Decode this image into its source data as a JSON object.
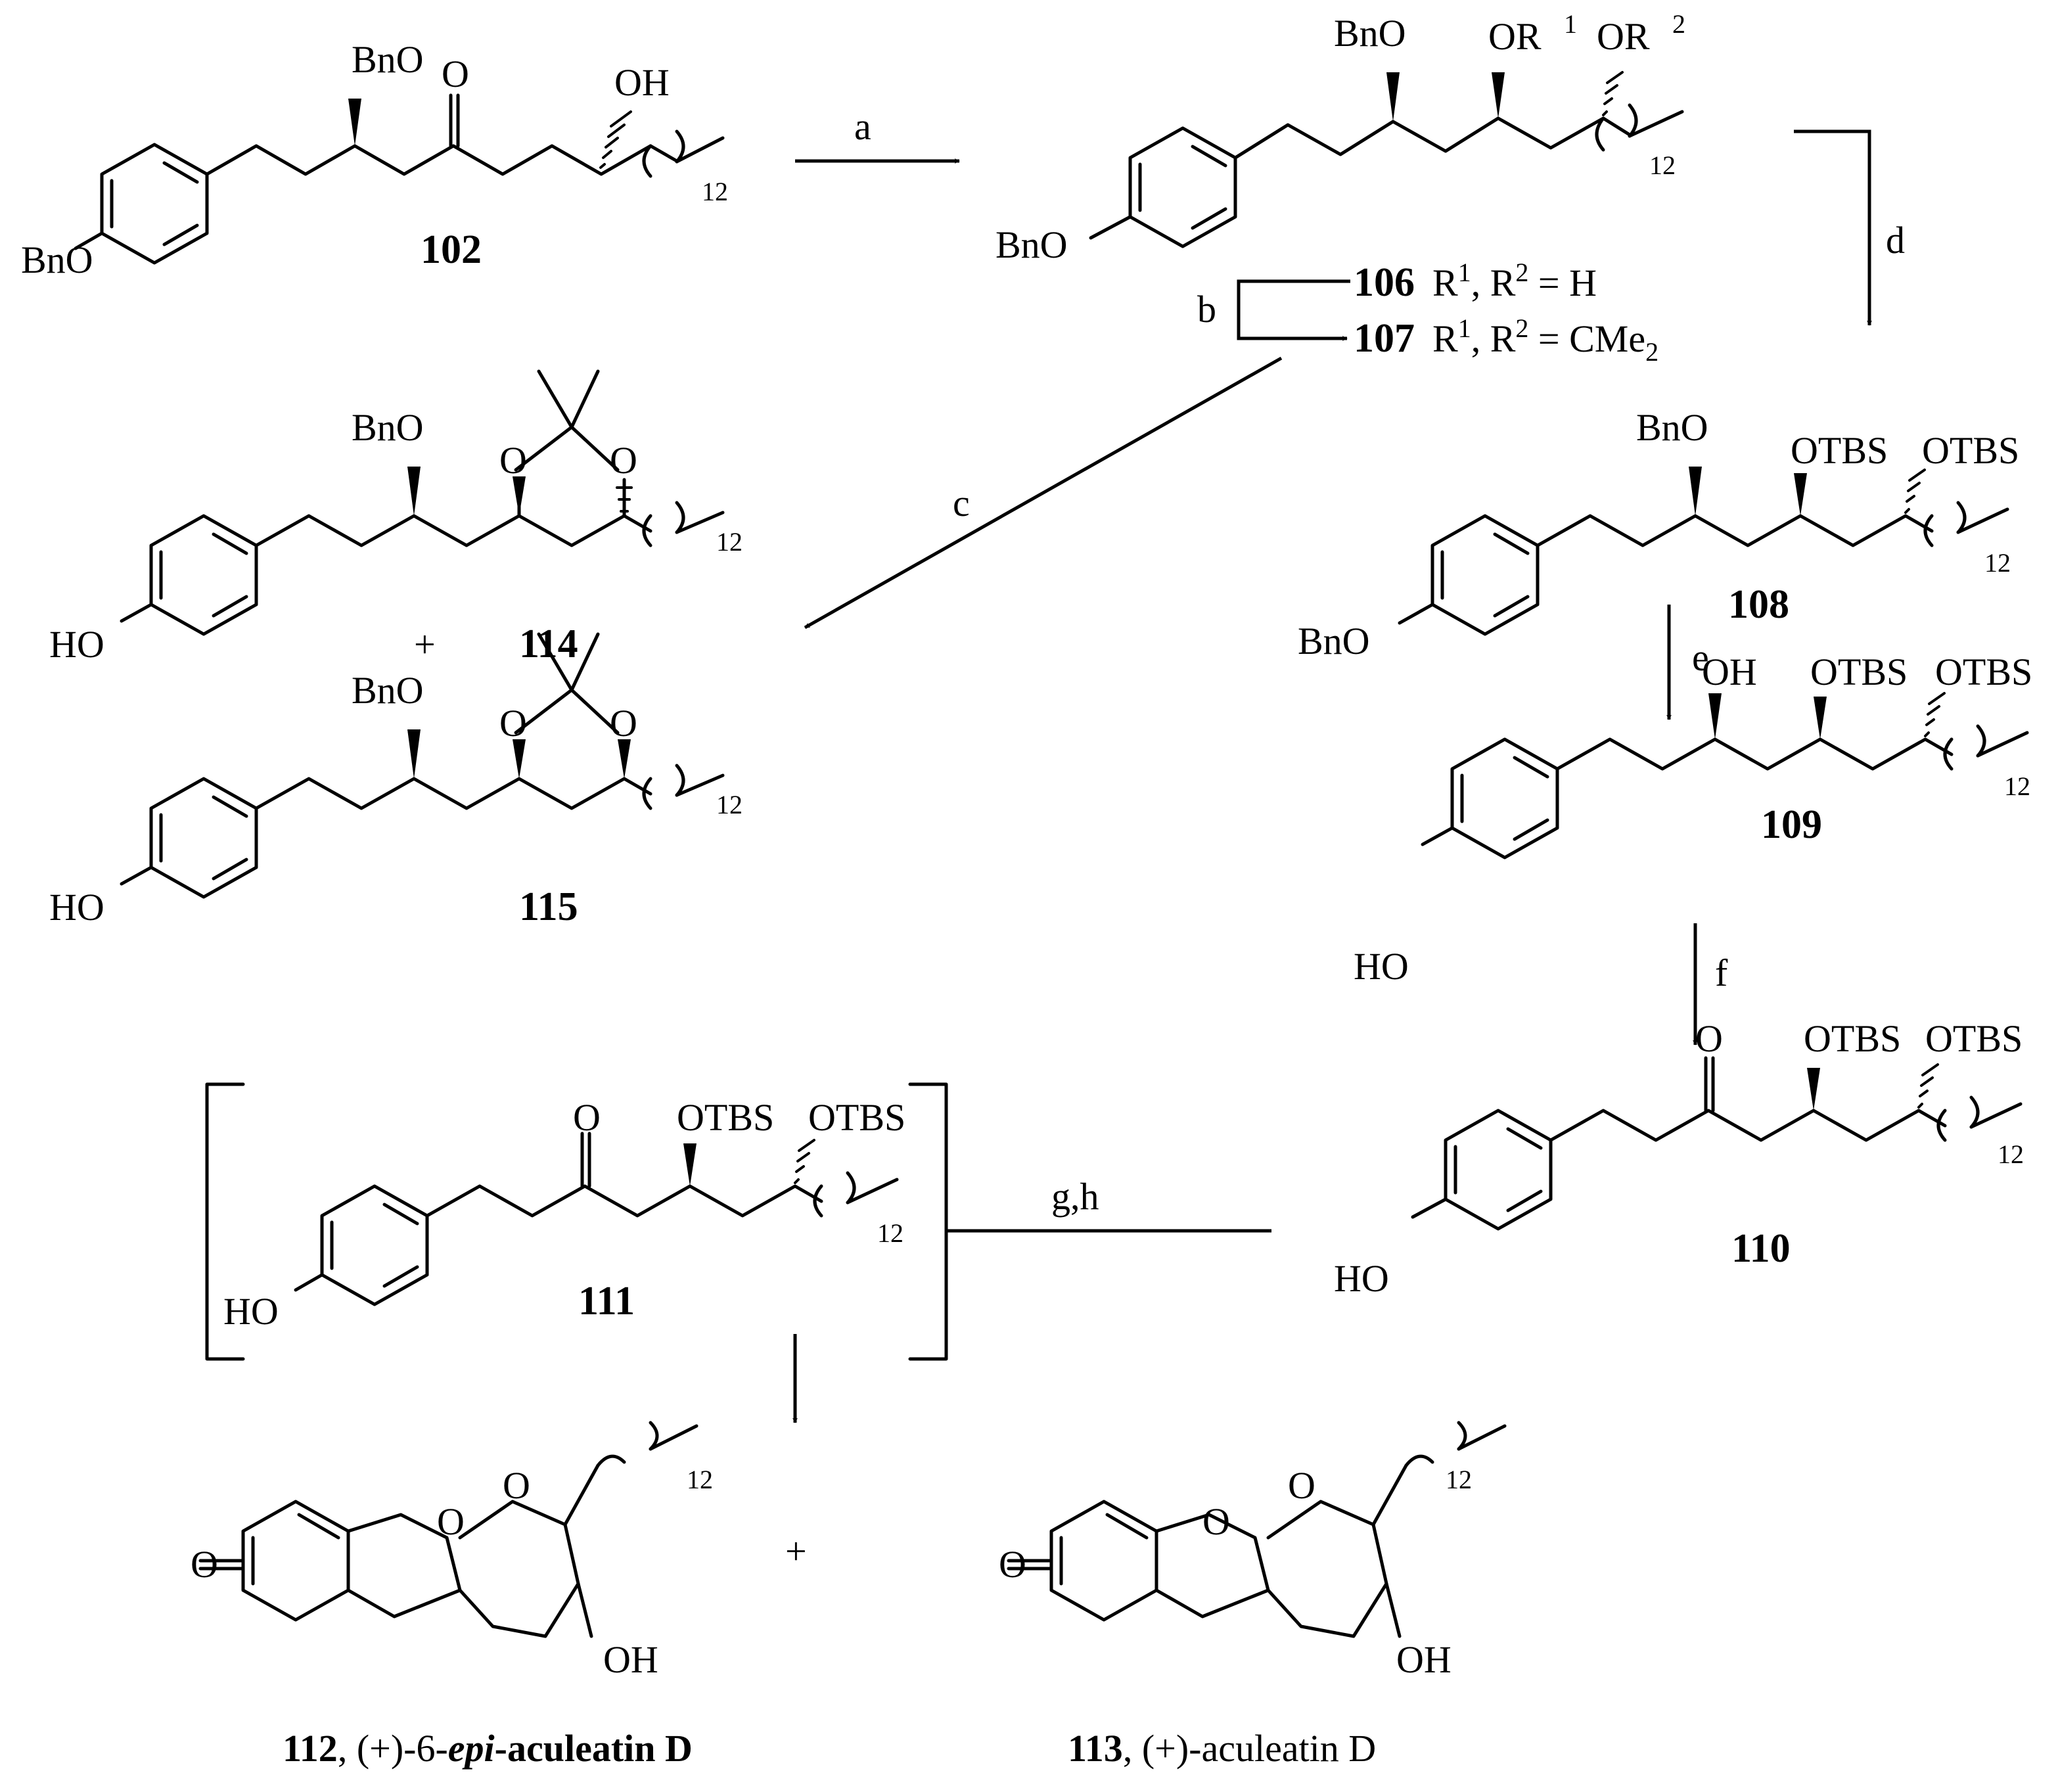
{
  "atoms": {
    "BnO": "BnO",
    "OH": "OH",
    "HO": "HO",
    "O": "O",
    "OTBS": "OTBS",
    "OR1": "OR",
    "OR2": "OR",
    "r1_sup": "1",
    "r2_sup": "2",
    "chain_n": "12"
  },
  "compounds": {
    "c102": "102",
    "c106": "106",
    "c107": "107",
    "c108": "108",
    "c109": "109",
    "c110": "110",
    "c111": "111",
    "c114": "114",
    "c115": "115",
    "c112": "112",
    "c113": "113"
  },
  "substituents": {
    "r106_text": "R",
    "r106_sup1": "1",
    "r106_mid": ", R",
    "r106_sup2": "2",
    "r106_tail": " = H",
    "r107_text": "R",
    "r107_sup1": "1",
    "r107_mid": ", R",
    "r107_sup2": "2",
    "r107_tail": " = CMe",
    "r107_sub": "2"
  },
  "reagents": {
    "a": "a",
    "b": "b",
    "c": "c",
    "d": "d",
    "e": "e",
    "f": "f",
    "gh": "g,h"
  },
  "captions": {
    "plus": "+",
    "name112_pre": ", (+)-6-",
    "name112_epi": "epi",
    "name112_post": "-aculeatin D",
    "name113": ", (+)-aculeatin D"
  }
}
